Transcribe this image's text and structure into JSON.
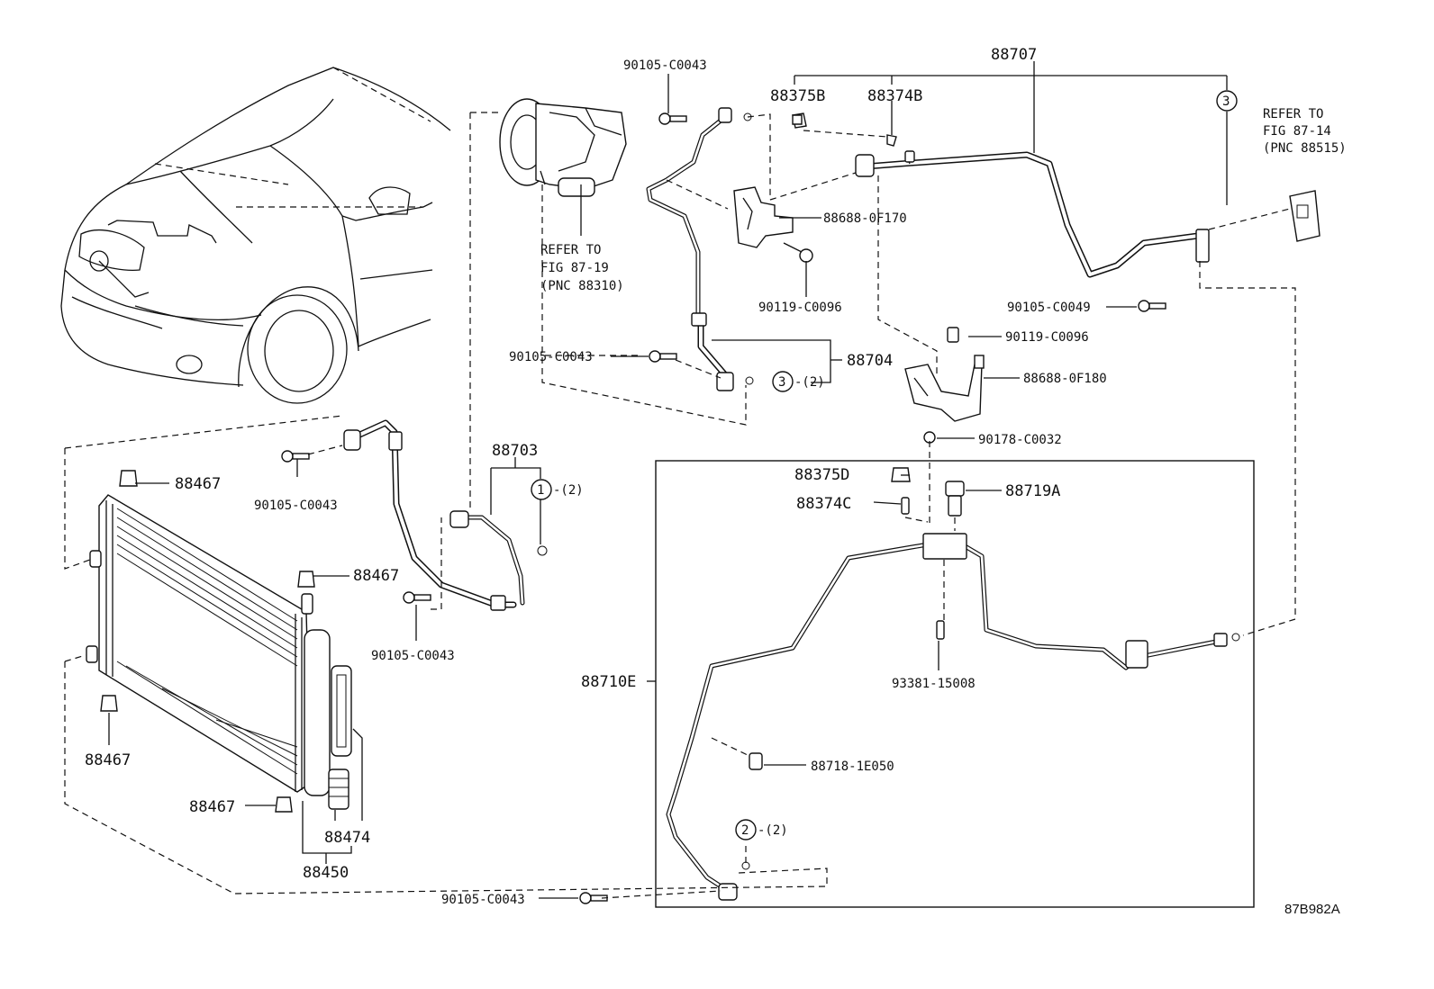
{
  "diagram_id": "87B982A",
  "parts": {
    "p88707": "88707",
    "p88375B": "88375B",
    "p88374B": "88374B",
    "p88688_0F170": "88688-0F170",
    "p90119_C0096_a": "90119-C0096",
    "p90119_C0096_b": "90119-C0096",
    "p90105_C0049": "90105-C0049",
    "p88704": "88704",
    "p88688_0F180": "88688-0F180",
    "p90178_C0032": "90178-C0032",
    "p90105_C0043_top": "90105-C0043",
    "p90105_C0043_mid": "90105-C0043",
    "p90105_C0043_cond": "90105-C0043",
    "p90105_C0043_hose": "90105-C0043",
    "p90105_C0043_bottom": "90105-C0043",
    "p88703": "88703",
    "p88467_a": "88467",
    "p88467_b": "88467",
    "p88467_c": "88467",
    "p88467_d": "88467",
    "p88474": "88474",
    "p88450": "88450",
    "p88375D": "88375D",
    "p88374C": "88374C",
    "p88719A": "88719A",
    "p88710E": "88710E",
    "p93381_15008": "93381-15008",
    "p88718_1E050": "88718-1E050"
  },
  "refs": {
    "compressor": [
      "REFER TO",
      "FIG 87-19",
      "(PNC 88310)"
    ],
    "valve": [
      "REFER TO",
      "FIG 87-14",
      "(PNC 88515)"
    ]
  },
  "callouts": {
    "c1": "1",
    "c2": "2",
    "c3a": "3",
    "c3b": "3",
    "qty2a": "-(2)",
    "qty2b": "-(2)",
    "qty2c": "-(2)"
  }
}
